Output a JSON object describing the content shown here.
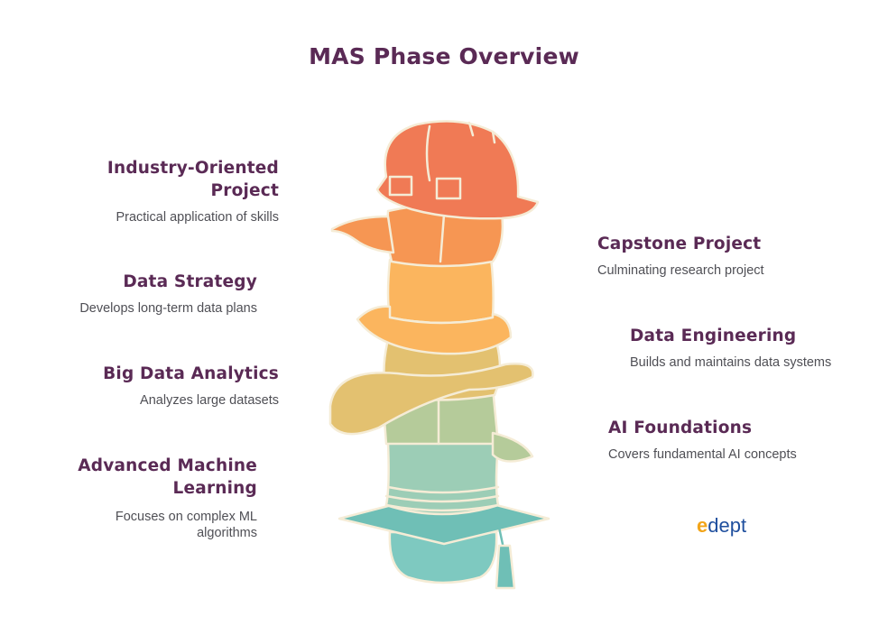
{
  "title": "MAS Phase Overview",
  "left_items": [
    {
      "heading": "Industry-Oriented Project",
      "desc": "Practical application of skills",
      "color": "#f07a55"
    },
    {
      "heading": "Data Strategy",
      "desc": "Develops long-term data plans",
      "color": "#fbb55e"
    },
    {
      "heading": "Big Data Analytics",
      "desc": "Analyzes large datasets",
      "color": "#e3c170"
    },
    {
      "heading": "Advanced Machine Learning",
      "desc": "Focuses on complex ML algorithms",
      "color": "#7ec9c0"
    }
  ],
  "right_items": [
    {
      "heading": "Capstone Project",
      "desc": "Culminating research project",
      "color": "#f69653"
    },
    {
      "heading": "Data Engineering",
      "desc": "Builds and maintains data systems",
      "color": "#f0b866"
    },
    {
      "heading": "AI Foundations",
      "desc": "Covers fundamental AI concepts",
      "color": "#b5cb9a"
    }
  ],
  "logo": {
    "prefix": "e",
    "rest": "dept",
    "prefix_color": "#f2a51a",
    "rest_color": "#1f4f9e"
  },
  "colors": {
    "title": "#5a2a55",
    "outline": "#f5ecd6"
  }
}
